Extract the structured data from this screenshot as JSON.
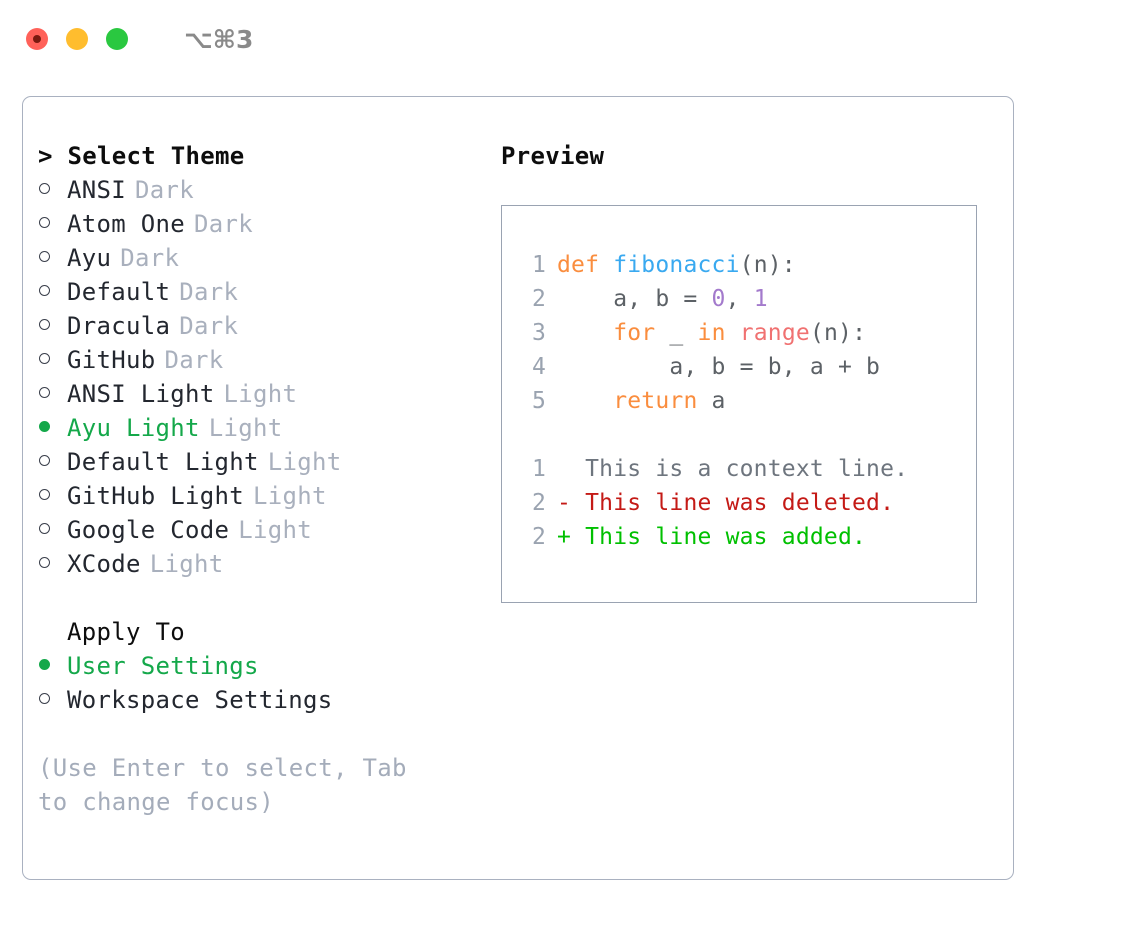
{
  "titlebar": {
    "shortcut": "⌥⌘3",
    "lights": [
      "close-light",
      "minimize-light",
      "zoom-light"
    ]
  },
  "left": {
    "theme_section": {
      "prefix": "> ",
      "title": "Select Theme",
      "focused": true
    },
    "themes": [
      {
        "bullet": "○ ",
        "label": "ANSI",
        "suffix": "Dark",
        "selected": false
      },
      {
        "bullet": "○ ",
        "label": "Atom One",
        "suffix": "Dark",
        "selected": false
      },
      {
        "bullet": "○ ",
        "label": "Ayu",
        "suffix": "Dark",
        "selected": false
      },
      {
        "bullet": "○ ",
        "label": "Default",
        "suffix": "Dark",
        "selected": false
      },
      {
        "bullet": "○ ",
        "label": "Dracula",
        "suffix": "Dark",
        "selected": false
      },
      {
        "bullet": "○ ",
        "label": "GitHub",
        "suffix": "Dark",
        "selected": false
      },
      {
        "bullet": "○ ",
        "label": "ANSI Light",
        "suffix": "Light",
        "selected": false
      },
      {
        "bullet": "● ",
        "label": "Ayu Light",
        "suffix": "Light",
        "selected": true
      },
      {
        "bullet": "○ ",
        "label": "Default Light",
        "suffix": "Light",
        "selected": false
      },
      {
        "bullet": "○ ",
        "label": "GitHub Light",
        "suffix": "Light",
        "selected": false
      },
      {
        "bullet": "○ ",
        "label": "Google Code",
        "suffix": "Light",
        "selected": false
      },
      {
        "bullet": "○ ",
        "label": "XCode",
        "suffix": "Light",
        "selected": false
      }
    ],
    "apply_section": {
      "title": "Apply To",
      "focused": false
    },
    "apply_options": [
      {
        "bullet": "● ",
        "label": "User Settings",
        "selected": true
      },
      {
        "bullet": "○ ",
        "label": "Workspace Settings",
        "selected": false
      }
    ],
    "hint": "(Use Enter to select, Tab to change focus)"
  },
  "right": {
    "preview_title": "Preview",
    "code_lines": [
      {
        "lineno": "1",
        "tokens": [
          {
            "text": "def ",
            "type": "kw"
          },
          {
            "text": "fibonacci",
            "type": "fn"
          },
          {
            "text": "(n):",
            "type": "plain"
          }
        ]
      },
      {
        "lineno": "2",
        "tokens": [
          {
            "text": "    a, b = ",
            "type": "plain"
          },
          {
            "text": "0",
            "type": "num"
          },
          {
            "text": ", ",
            "type": "plain"
          },
          {
            "text": "1",
            "type": "num"
          }
        ]
      },
      {
        "lineno": "3",
        "tokens": [
          {
            "text": "    ",
            "type": "plain"
          },
          {
            "text": "for",
            "type": "kw"
          },
          {
            "text": " _ ",
            "type": "plain"
          },
          {
            "text": "in",
            "type": "kw"
          },
          {
            "text": " ",
            "type": "plain"
          },
          {
            "text": "range",
            "type": "bi"
          },
          {
            "text": "(n):",
            "type": "plain"
          }
        ]
      },
      {
        "lineno": "4",
        "tokens": [
          {
            "text": "        a, b = b, a + b",
            "type": "plain"
          }
        ]
      },
      {
        "lineno": "5",
        "tokens": [
          {
            "text": "    ",
            "type": "plain"
          },
          {
            "text": "return",
            "type": "kw"
          },
          {
            "text": " a",
            "type": "plain"
          }
        ]
      }
    ],
    "diff_lines": [
      {
        "lineno": "1",
        "marker": "  ",
        "text": "This is a context line.",
        "type": "ctx"
      },
      {
        "lineno": "2",
        "marker": "- ",
        "text": "This line was deleted.",
        "type": "del"
      },
      {
        "lineno": "2",
        "marker": "+ ",
        "text": "This line was added.",
        "type": "add"
      }
    ]
  },
  "colors": {
    "accent_green": "#14a84a",
    "keyword_orange": "#fa8d3e",
    "function_blue": "#39a9f0",
    "builtin_red": "#f07171",
    "number_purple": "#a37acc",
    "diff_deleted": "#c41a16",
    "diff_added": "#00c000",
    "muted_gray": "#a9b0bd",
    "border_gray": "#a9b1c0"
  }
}
